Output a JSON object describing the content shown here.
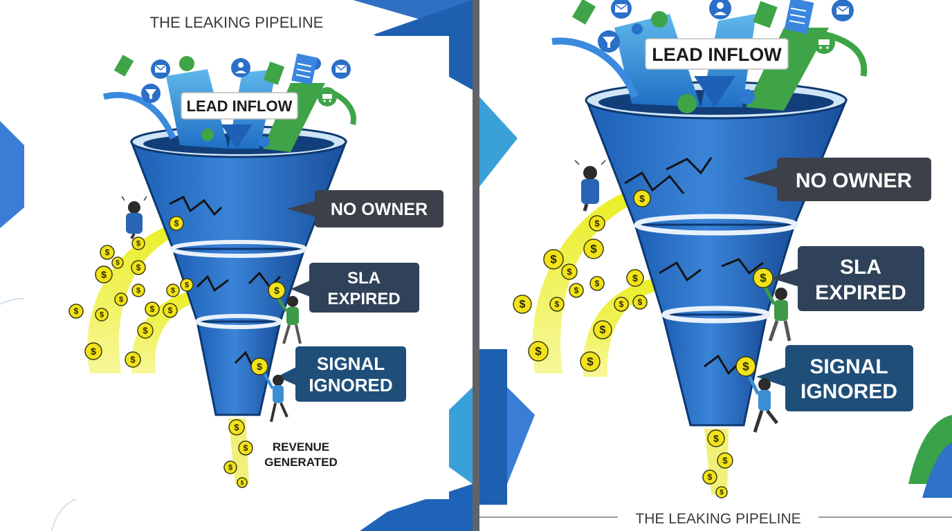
{
  "left": {
    "title": "THE LEAKING PIPELINE",
    "lead_inflow": "LEAD INFLOW",
    "no_owner": "NO OWNER",
    "sla_line1": "SLA",
    "sla_line2": "EXPIRED",
    "signal_line1": "SIGNAL",
    "signal_line2": "IGNORED",
    "revenue_line1": "REVENUE",
    "revenue_line2": "GENERATED"
  },
  "right": {
    "title": "THE LEAKING PIPELINE",
    "lead_inflow": "LEAD INFLOW",
    "no_owner": "NO OWNER",
    "sla_line1": "SLA",
    "sla_line2": "EXPIRED",
    "signal_line1": "SIGNAL",
    "signal_line2": "IGNORED"
  },
  "coin_symbol": "$",
  "colors": {
    "funnel_blue": "#2f72c8",
    "label_dark": "#3c4149",
    "label_navy": "#1f4e79",
    "coin_yellow": "#f2e21a",
    "leak_stream": "#eef02a",
    "accent_green": "#3aa34a"
  }
}
